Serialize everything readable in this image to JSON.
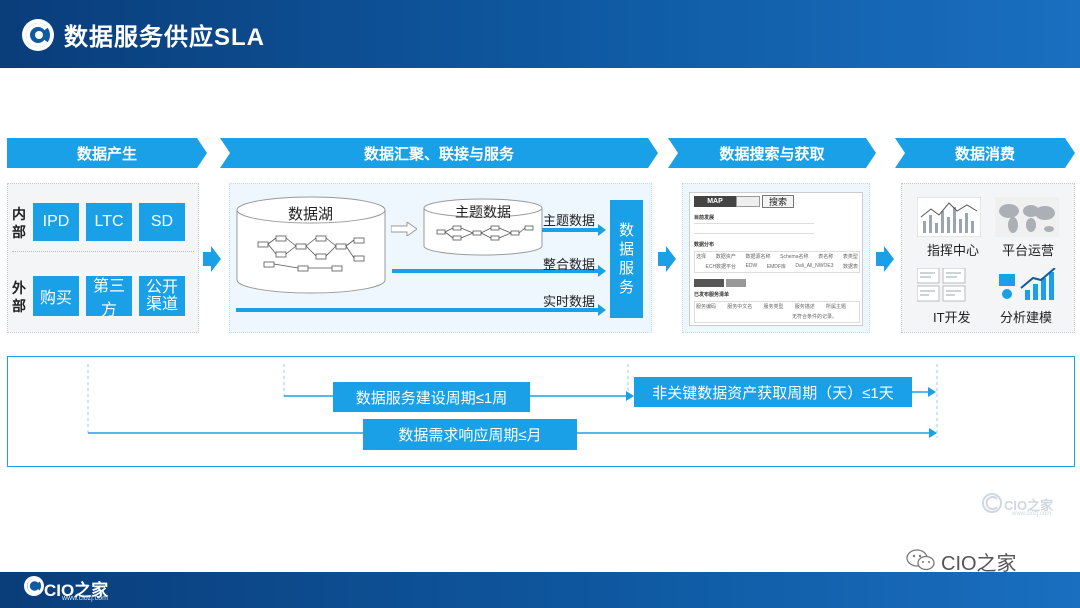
{
  "header": {
    "title": "数据服务供应SLA"
  },
  "stages": [
    {
      "label": "数据产生"
    },
    {
      "label": "数据汇聚、联接与服务"
    },
    {
      "label": "数据搜索与获取"
    },
    {
      "label": "数据消费"
    }
  ],
  "sources": {
    "internal_label": "内部",
    "internal_items": [
      "IPD",
      "LTC",
      "SD"
    ],
    "external_label": "外部",
    "external_items": [
      "购买",
      "第三方",
      "公开渠道"
    ]
  },
  "convergence": {
    "lake_label": "数据湖",
    "theme_label": "主题数据",
    "flows": [
      "主题数据",
      "整合数据",
      "实时数据"
    ],
    "service_label": "数据服务"
  },
  "search": {
    "brand": "MAP",
    "search_btn": "搜索",
    "section1": "目前发展",
    "section2": "数据分布",
    "section3": "已发布服务清单",
    "table_headers": [
      "选择",
      "数据资产",
      "数据源名称",
      "Schema名称",
      "表名称",
      "表类型"
    ],
    "table_row": [
      "",
      "ECH数据平台",
      "EDW",
      "EMDF库",
      "Dali_All_NWOE3",
      "数据表"
    ],
    "service_headers": [
      "服务编码",
      "服务中文名",
      "服务类型",
      "服务描述",
      "所属主题"
    ],
    "service_row": [
      "",
      "",
      "",
      "无符合条件的记录。",
      ""
    ]
  },
  "consumption": {
    "items": [
      "指挥中心",
      "平台运营",
      "IT开发",
      "分析建模"
    ]
  },
  "sla": {
    "build": "数据服务建设周期≤1周",
    "acquire": "非关键数据资产获取周期（天）≤1天",
    "respond": "数据需求响应周期≤月"
  },
  "watermark": {
    "logo": "CIO之家",
    "url": "www.ciozj.com"
  },
  "wechat": {
    "label": "CIO之家"
  },
  "footer": {
    "logo": "CIO之家",
    "url": "www.ciozj.com"
  },
  "colors": {
    "accent": "#1aa0e6",
    "header": "#0f5aa3"
  }
}
